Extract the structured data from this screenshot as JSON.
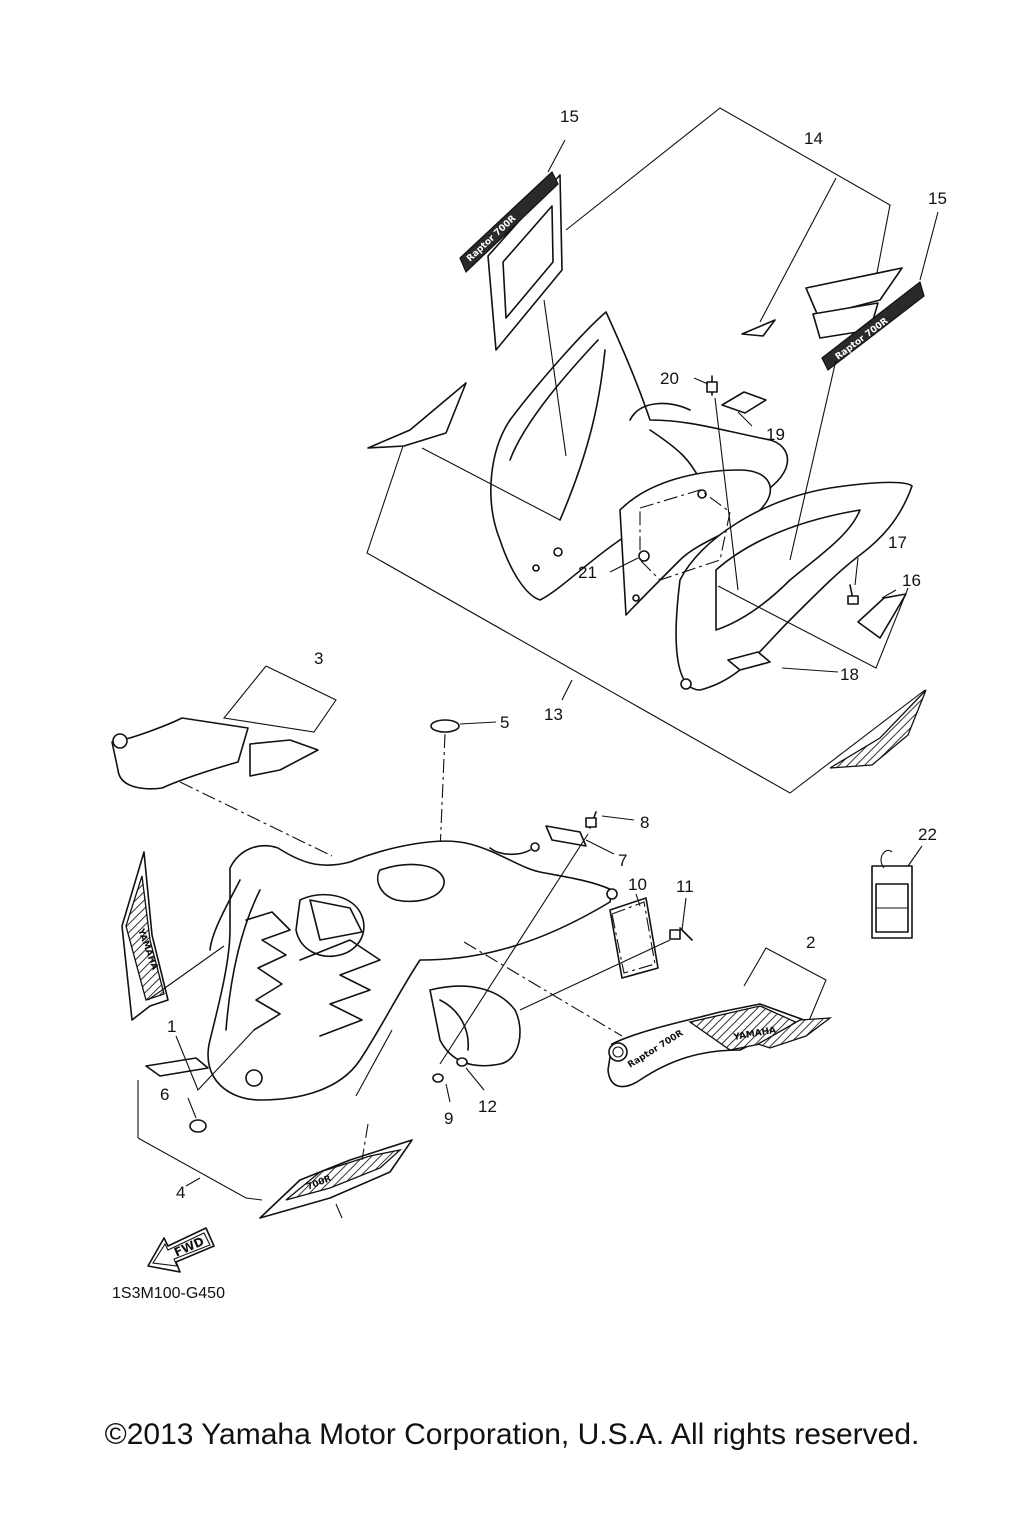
{
  "diagram": {
    "part_code": "1S3M100-G450",
    "fwd_label": "FWD",
    "decal_text": {
      "model_text_a": "Raptor 700R",
      "model_text_b": "YAMAHA",
      "model_text_c": "700R"
    },
    "callouts": [
      "1",
      "2",
      "3",
      "4",
      "5",
      "6",
      "7",
      "8",
      "9",
      "10",
      "11",
      "12",
      "13",
      "14",
      "15",
      "15",
      "16",
      "17",
      "18",
      "19",
      "20",
      "21",
      "22"
    ]
  },
  "footer": {
    "copyright": "©2013 Yamaha Motor Corporation, U.S.A. All rights reserved."
  }
}
